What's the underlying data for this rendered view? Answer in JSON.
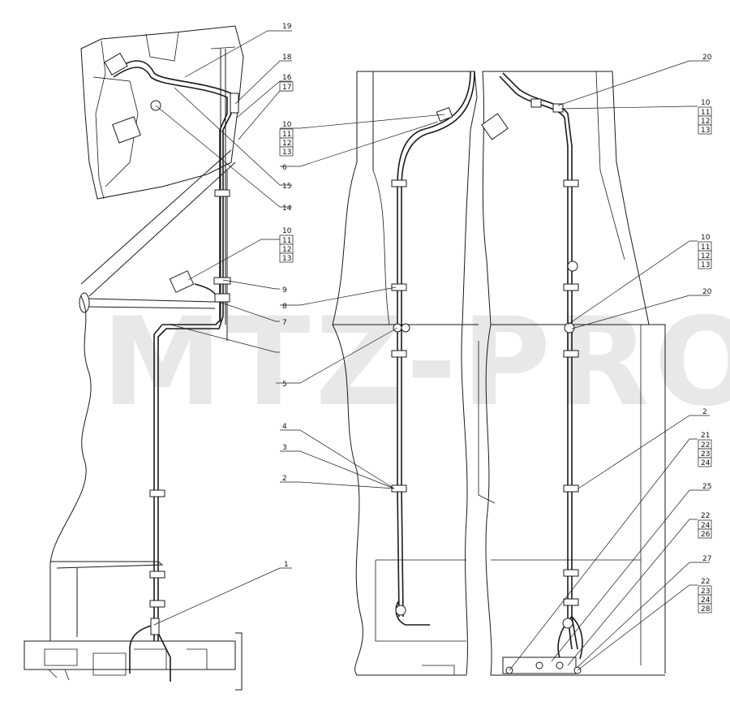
{
  "watermark": "MTZ-PRO",
  "callouts": {
    "c19": "19",
    "c18": "18",
    "c16": "16",
    "c17": "17",
    "c15": "15",
    "c14": "14",
    "c6": "6",
    "g10a": [
      "10",
      "11",
      "12",
      "13"
    ],
    "g10b": [
      "10",
      "11",
      "12",
      "13"
    ],
    "g10c": [
      "10",
      "11",
      "12",
      "13"
    ],
    "g10d": [
      "10",
      "11",
      "12",
      "13"
    ],
    "c9": "9",
    "c8": "8",
    "c7": "7",
    "c20a": "20",
    "c20b": "20",
    "c5": "5",
    "c4": "4",
    "c3": "3",
    "c2a": "2",
    "c2b": "2",
    "c1": "1",
    "g21": [
      "21",
      "22",
      "23",
      "24"
    ],
    "c25": "25",
    "g22": [
      "22",
      "24",
      "26"
    ],
    "c27": "27",
    "g22b": [
      "22",
      "23",
      "24",
      "28"
    ]
  }
}
